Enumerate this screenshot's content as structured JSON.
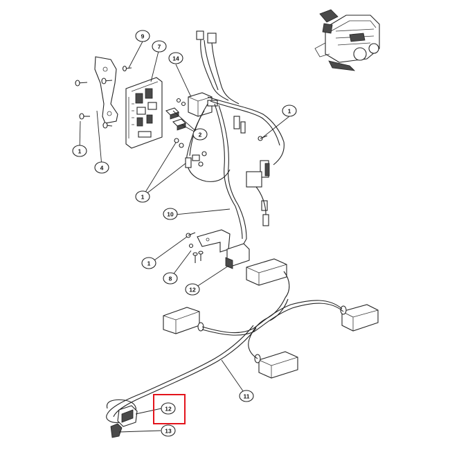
{
  "callouts": [
    {
      "id": "c9",
      "label": "9"
    },
    {
      "id": "c7",
      "label": "7"
    },
    {
      "id": "c14",
      "label": "14"
    },
    {
      "id": "c1a",
      "label": "1"
    },
    {
      "id": "c1b",
      "label": "1"
    },
    {
      "id": "c2",
      "label": "2"
    },
    {
      "id": "c4",
      "label": "4"
    },
    {
      "id": "c1c",
      "label": "1"
    },
    {
      "id": "c10",
      "label": "10"
    },
    {
      "id": "c1d",
      "label": "1"
    },
    {
      "id": "c8",
      "label": "8"
    },
    {
      "id": "c12a",
      "label": "12"
    },
    {
      "id": "c11",
      "label": "11"
    },
    {
      "id": "c12b",
      "label": "12"
    },
    {
      "id": "c13",
      "label": "13"
    }
  ],
  "highlight": {
    "callout": "c12b",
    "color": "#e3131b"
  },
  "colors": {
    "line": "#222222",
    "shade": "#4a4a4a",
    "background": "#ffffff"
  }
}
